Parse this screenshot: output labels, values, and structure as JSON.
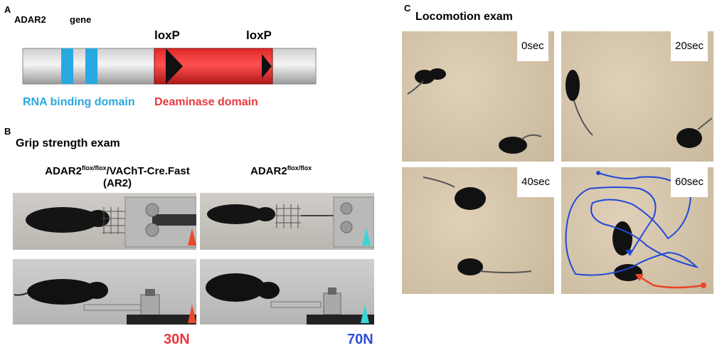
{
  "panelA": {
    "letter": "A",
    "gene_label": "ADAR2",
    "gene_word": "gene",
    "loxp_left": "loxP",
    "loxp_right": "loxP",
    "rna_domain_label": "RNA binding domain",
    "deaminase_label": "Deaminase domain",
    "colors": {
      "rna": "#29a8e0",
      "deaminase": "#e8383d"
    }
  },
  "panelB": {
    "letter": "B",
    "title": "Grip strength exam",
    "left_title_main": "ADAR2",
    "left_title_sup": "flox/flox",
    "left_title_rest": "/VAChT-Cre.Fast",
    "left_title_line2": "(AR2)",
    "right_title_main": "ADAR2",
    "right_title_sup": "flox/flox",
    "left_force": "30N",
    "right_force": "70N",
    "colors": {
      "left_force": "#e8383d",
      "right_force": "#2d4fd8",
      "left_marker": "#e84a2c",
      "right_marker": "#38d6d6"
    }
  },
  "panelC": {
    "letter": "C",
    "title": "Locomotion exam",
    "times": [
      "0sec",
      "20sec",
      "40sec",
      "60sec"
    ],
    "colors": {
      "blue_path": "#2148d8",
      "red_path": "#e8452a"
    }
  }
}
